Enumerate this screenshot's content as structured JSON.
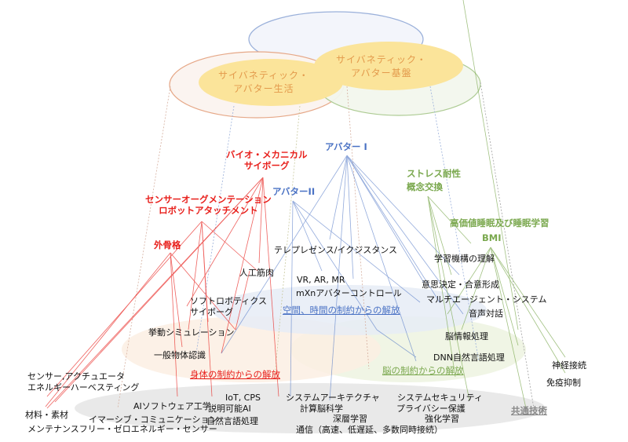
{
  "top": {
    "life": "サイバネティック・\nアバター生活",
    "base": "サイバネティック・\nアバター基盤"
  },
  "hubs": {
    "bio": "バイオ・メカニカル\nサイボーグ",
    "sensor_aug": "センサーオーグメンテーション\nロボットアタッチメント",
    "exo": "外骨格",
    "avatar1": "アバター I",
    "avatar2": "アバターII",
    "stress": "ストレス耐性\n概念交換",
    "sleep": "高価値睡眠及び睡眠学習",
    "bmi": "BMI"
  },
  "domains": {
    "space_time": "空間、時間の制約からの解放",
    "body": "身体の制約からの解放",
    "brain": "脳の制約からの解放",
    "common": "共通技術"
  },
  "items": {
    "artificial_muscle": "人工筋肉",
    "telepresence": "テレプレゼンス/イクジスタンス",
    "vr": "VR, AR, MR",
    "mxn": "mXnアバターコントロール",
    "soft_robotics": "ソフトロボティクス\nサイボーグ",
    "behavior_sim": "挙動シミュレーション",
    "object_recog": "一般物体認識",
    "sensor_actuator": "センサー,アクチュエータ\nエネルギーハーベスティング",
    "learning_mech": "学習機構の理解",
    "decision": "意思決定・合意形成",
    "multi_agent": "マルチエージェント・システム",
    "voice": "音声対話",
    "brain_info": "脳情報処理",
    "dnn_nlp": "DNN自然言語処理",
    "neural": "神経接続",
    "immune": "免疫抑制"
  },
  "common_items": {
    "materials": "材料・素材",
    "maintenance_free": "メンテナンスフリー・ゼロエネルギー・センサー",
    "ai_software": "AIソフトウェア工学",
    "immersive": "イマーシブ・コミュニケーション",
    "iot": "IoT, CPS",
    "xai": "説明可能AI",
    "nlp": "自然言語処理",
    "sys_arch": "システムアーキテクチャ",
    "comp_neuro": "計算脳科学",
    "deep_learning": "深層学習",
    "comm": "通信（高速、低遅延、多数同時接続）",
    "sys_security": "システムセキュリティ",
    "privacy": "プライバシー保護",
    "rl": "強化学習"
  },
  "colors": {
    "red": "#e8201c",
    "blue": "#4a72c4",
    "green": "#7aa84e",
    "gold": "#fbe49a"
  }
}
